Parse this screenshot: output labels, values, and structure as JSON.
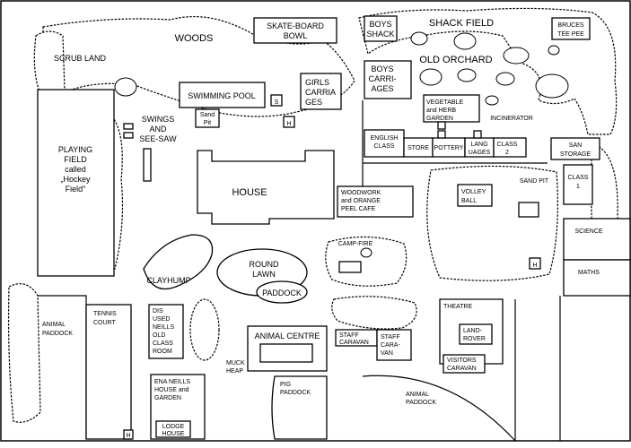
{
  "colors": {
    "ink": "#000000",
    "paper": "#ffffff"
  },
  "labels": {
    "woods": "WOODS",
    "scrub_land": "SCRUB LAND",
    "skate_board_1": "SKATE-BOARD",
    "skate_board_2": "BOWL",
    "boys_shack_1": "BOYS",
    "boys_shack_2": "SHACK",
    "shack_field": "SHACK FIELD",
    "bruces_1": "BRUCES",
    "bruces_2": "TEE PEE",
    "old_orchard": "OLD ORCHARD",
    "boys_carriages_1": "BOYS",
    "boys_carriages_2": "CARRI-",
    "boys_carriages_3": "AGES",
    "girls_carriages_1": "GIRLS",
    "girls_carriages_2": "CARRIA",
    "girls_carriages_3": "GES",
    "swimming_pool": "SWIMMING POOL",
    "s_marker": "S",
    "h_marker": "H",
    "sand_pit_small_1": "Sand",
    "sand_pit_small_2": "Pit",
    "swings_1": "SWINGS",
    "swings_2": "AND",
    "swings_3": "SEE-SAW",
    "veg_garden_1": "VEGETABLE",
    "veg_garden_2": "and HERB",
    "veg_garden_3": "GARDEN",
    "incinerator": "INCINERATOR",
    "english_class_1": "ENGLISH",
    "english_class_2": "CLASS",
    "store": "STORE",
    "pottery": "POTTERY",
    "languages_1": "LANG",
    "languages_2": "UAGES",
    "class2_1": "CLASS",
    "class2_2": "2",
    "san_storage_1": "SAN",
    "san_storage_2": "STORAGE",
    "playing_field_1": "PLAYING",
    "playing_field_2": "FIELD",
    "playing_field_3": "called",
    "playing_field_4": "„Hockey",
    "playing_field_5": "Field\"",
    "house": "HOUSE",
    "woodwork_1": "WOODWORK",
    "woodwork_2": "and ORANGE",
    "woodwork_3": "PEEL CAFE",
    "volley_1": "VOLLEY",
    "volley_2": "BALL",
    "sand_pit_large": "SAND PIT",
    "class1_1": "CLASS",
    "class1_2": "1",
    "science": "SCIENCE",
    "maths": "MATHS",
    "camp_fire": "CAMP-FIRE",
    "round_lawn_1": "ROUND",
    "round_lawn_2": "LAWN",
    "paddock": "PADDOCK",
    "clayhump": "CLAYHUMP",
    "animal_paddock_left_1": "ANIMAL",
    "animal_paddock_left_2": "PADDOCK",
    "tennis_1": "TENNIS",
    "tennis_2": "COURT",
    "disused_1": "DIS",
    "disused_2": "USED",
    "disused_3": "NEILLS",
    "disused_4": "OLD",
    "disused_5": "CLASS",
    "disused_6": "ROOM",
    "animal_centre": "ANIMAL CENTRE",
    "staff_caravan_1": "STAFF",
    "staff_caravan_2": "CARAVAN",
    "staff_caravan2_1": "STAFF",
    "staff_caravan2_2": "CARA-",
    "staff_caravan2_3": "VAN",
    "theatre": "THEATRE",
    "land_rover_1": "LAND-",
    "land_rover_2": "ROVER",
    "visitors_caravan_1": "VISITORS",
    "visitors_caravan_2": "CARAVAN",
    "muck_heap_1": "MUCK",
    "muck_heap_2": "HEAP",
    "ena_neills_1": "ENA NEILLS",
    "ena_neills_2": "HOUSE and",
    "ena_neills_3": "GARDEN",
    "pig_paddock_1": "PIG",
    "pig_paddock_2": "PADDOCK",
    "animal_paddock_right_1": "ANIMAL",
    "animal_paddock_right_2": "PADDOCK",
    "lodge_house_1": "LODGE",
    "lodge_house_2": "HOUSE"
  }
}
